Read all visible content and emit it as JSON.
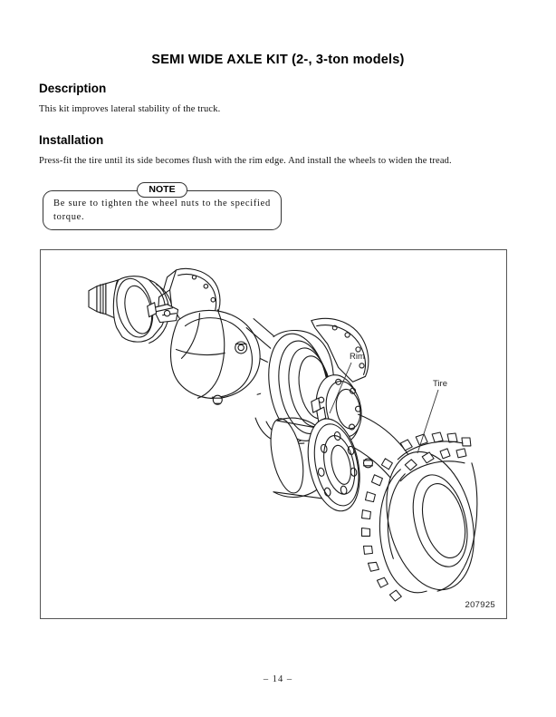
{
  "document": {
    "title": "SEMI WIDE AXLE KIT (2-, 3-ton models)",
    "page_number": "– 14 –"
  },
  "sections": {
    "description": {
      "heading": "Description",
      "paragraph": "This kit improves lateral stability of the truck."
    },
    "installation": {
      "heading": "Installation",
      "paragraph": "Press-fit the tire until its side becomes flush with the rim edge.  And install the wheels to widen the tread."
    }
  },
  "note": {
    "tab_label": "NOTE",
    "text": "Be sure to tighten the wheel nuts to the specified torque."
  },
  "figure": {
    "number": "207925",
    "callouts": [
      {
        "label": "Rim"
      },
      {
        "label": "Tire"
      }
    ]
  }
}
